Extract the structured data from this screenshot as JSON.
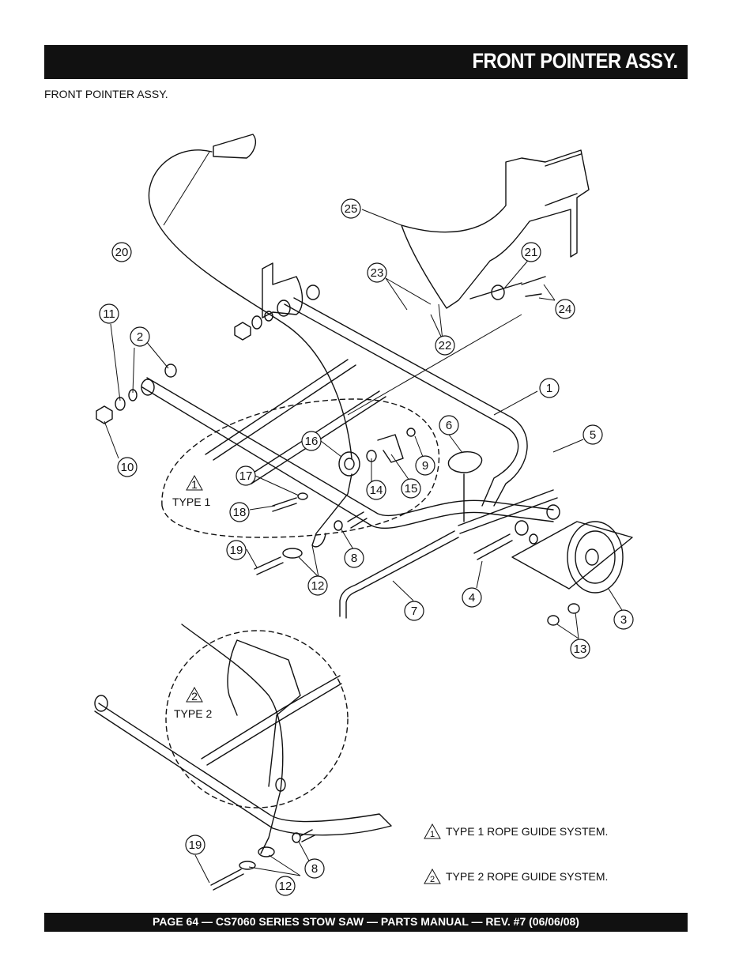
{
  "header": {
    "title": "FRONT POINTER ASSY."
  },
  "subtitle": "FRONT POINTER ASSY.",
  "type_labels": {
    "type1": "TYPE 1",
    "type2": "TYPE 2",
    "tri1": "1",
    "tri2": "2"
  },
  "callouts": [
    {
      "id": "c1",
      "text": "1"
    },
    {
      "id": "c2",
      "text": "2"
    },
    {
      "id": "c3",
      "text": "3"
    },
    {
      "id": "c4",
      "text": "4"
    },
    {
      "id": "c5",
      "text": "5"
    },
    {
      "id": "c6",
      "text": "6"
    },
    {
      "id": "c7",
      "text": "7"
    },
    {
      "id": "c8a",
      "text": "8"
    },
    {
      "id": "c9",
      "text": "9"
    },
    {
      "id": "c10",
      "text": "10"
    },
    {
      "id": "c11",
      "text": "11"
    },
    {
      "id": "c12a",
      "text": "12"
    },
    {
      "id": "c13",
      "text": "13"
    },
    {
      "id": "c14",
      "text": "14"
    },
    {
      "id": "c15",
      "text": "15"
    },
    {
      "id": "c16",
      "text": "16"
    },
    {
      "id": "c17",
      "text": "17"
    },
    {
      "id": "c18",
      "text": "18"
    },
    {
      "id": "c19a",
      "text": "19"
    },
    {
      "id": "c20",
      "text": "20"
    },
    {
      "id": "c21",
      "text": "21"
    },
    {
      "id": "c22",
      "text": "22"
    },
    {
      "id": "c23",
      "text": "23"
    },
    {
      "id": "c24",
      "text": "24"
    },
    {
      "id": "c25",
      "text": "25"
    },
    {
      "id": "c19b",
      "text": "19"
    },
    {
      "id": "c8b",
      "text": "8"
    },
    {
      "id": "c12b",
      "text": "12"
    }
  ],
  "legend": [
    {
      "mark": "1",
      "text": "TYPE 1 ROPE GUIDE SYSTEM."
    },
    {
      "mark": "2",
      "text": "TYPE 2 ROPE GUIDE SYSTEM."
    }
  ],
  "footer": {
    "text": "PAGE 64 — CS7060 SERIES STOW SAW — PARTS MANUAL — REV. #7 (06/06/08)"
  }
}
